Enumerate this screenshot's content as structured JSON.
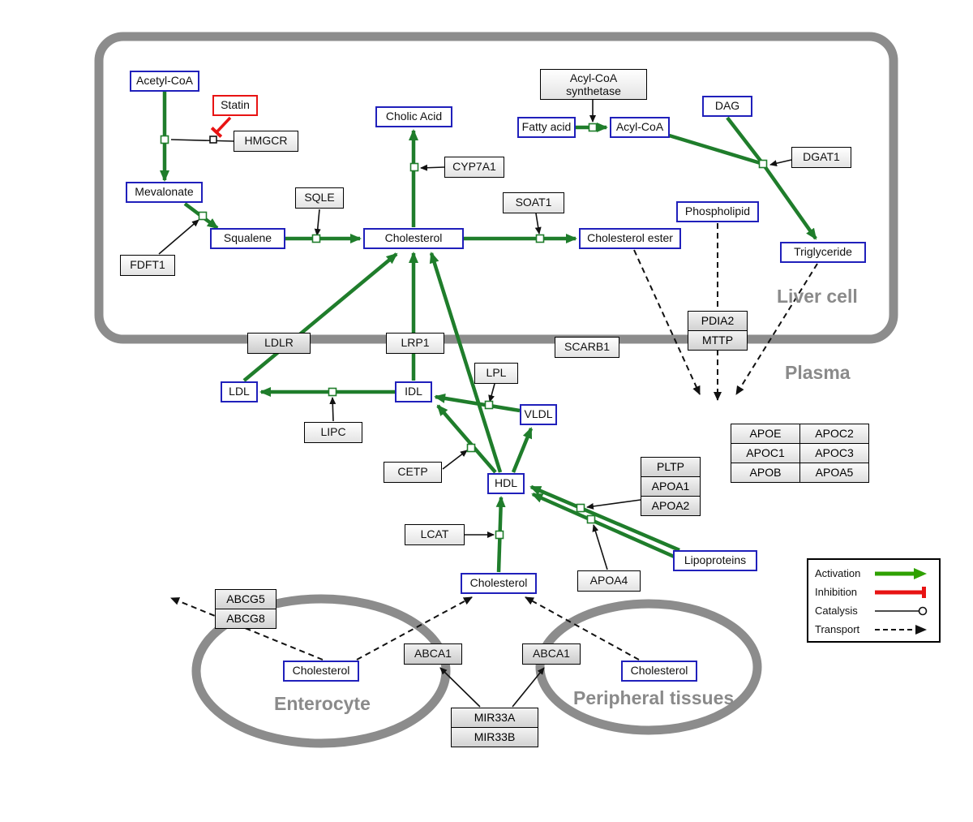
{
  "compartments": {
    "liver": "Liver cell",
    "plasma": "Plasma",
    "enterocyte": "Enterocyte",
    "peripheral": "Peripheral tissues"
  },
  "nodes": {
    "acetyl_coa": "Acetyl-CoA",
    "statin": "Statin",
    "hmgcr": "HMGCR",
    "mevalonate": "Mevalonate",
    "fdft1": "FDFT1",
    "squalene": "Squalene",
    "sqle": "SQLE",
    "cholic_acid": "Cholic Acid",
    "cyp7a1": "CYP7A1",
    "cholesterol_liver": "Cholesterol",
    "soat1": "SOAT1",
    "cholesterol_ester": "Cholesterol ester",
    "acyl_coa_synthetase_1": "Acyl-CoA",
    "acyl_coa_synthetase_2": "synthetase",
    "fatty_acid": "Fatty acid",
    "acyl_coa": "Acyl-CoA",
    "dag": "DAG",
    "dgat1": "DGAT1",
    "phospholipid": "Phospholipid",
    "triglyceride": "Triglyceride",
    "pdia2": "PDIA2",
    "mttp": "MTTP",
    "ldlr": "LDLR",
    "lrp1": "LRP1",
    "scarb1": "SCARB1",
    "ldl": "LDL",
    "idl": "IDL",
    "vldl": "VLDL",
    "hdl": "HDL",
    "lipc": "LIPC",
    "lpl": "LPL",
    "cetp": "CETP",
    "lcat": "LCAT",
    "pltp": "PLTP",
    "apoa1": "APOA1",
    "apoa2": "APOA2",
    "apoa4": "APOA4",
    "lipoproteins": "Lipoproteins",
    "cholesterol_plasma": "Cholesterol",
    "abcg5": "ABCG5",
    "abcg8": "ABCG8",
    "cholesterol_enterocyte": "Cholesterol",
    "abca1_left": "ABCA1",
    "abca1_right": "ABCA1",
    "cholesterol_peripheral": "Cholesterol",
    "mir33a": "MIR33A",
    "mir33b": "MIR33B"
  },
  "apo_table": {
    "rows": [
      [
        "APOE",
        "APOC2"
      ],
      [
        "APOC1",
        "APOC3"
      ],
      [
        "APOB",
        "APOA5"
      ]
    ]
  },
  "legend": {
    "activation": "Activation",
    "inhibition": "Inhibition",
    "catalysis": "Catalysis",
    "transport": "Transport"
  },
  "colors": {
    "activation_green": "#1f7d2b",
    "inhibition_red": "#e81313",
    "metabolite_blue": "#2020bb",
    "compartment_gray": "#8c8c8c"
  }
}
